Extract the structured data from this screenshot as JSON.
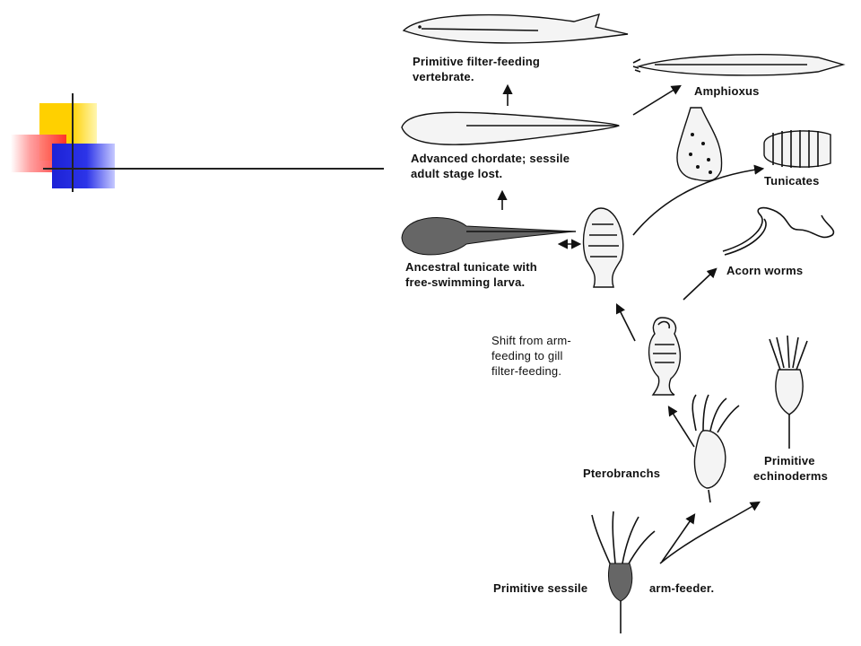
{
  "labels": {
    "vertebrate": [
      "Primitive filter-feeding",
      "vertebrate."
    ],
    "advanced_chordate": [
      "Advanced chordate; sessile",
      "adult stage lost."
    ],
    "ancestral_tunicate": [
      "Ancestral tunicate with",
      "free-swimming larva."
    ],
    "amphioxus": "Amphioxus",
    "tunicates": "Tunicates",
    "acorn_worms": "Acorn worms",
    "shift": [
      "Shift from arm-",
      "feeding to gill",
      "filter-feeding."
    ],
    "pterobranchs": "Pterobranchs",
    "echinoderms": [
      "Primitive",
      "echinoderms"
    ],
    "sessile_left": "Primitive sessile",
    "sessile_right": "arm-feeder."
  },
  "icons": {
    "deco_blocks": "slide-decoration-squares"
  },
  "colors": {
    "yellow": "#ffd000",
    "red": "#ff2b2b",
    "blue": "#1c22d6"
  }
}
